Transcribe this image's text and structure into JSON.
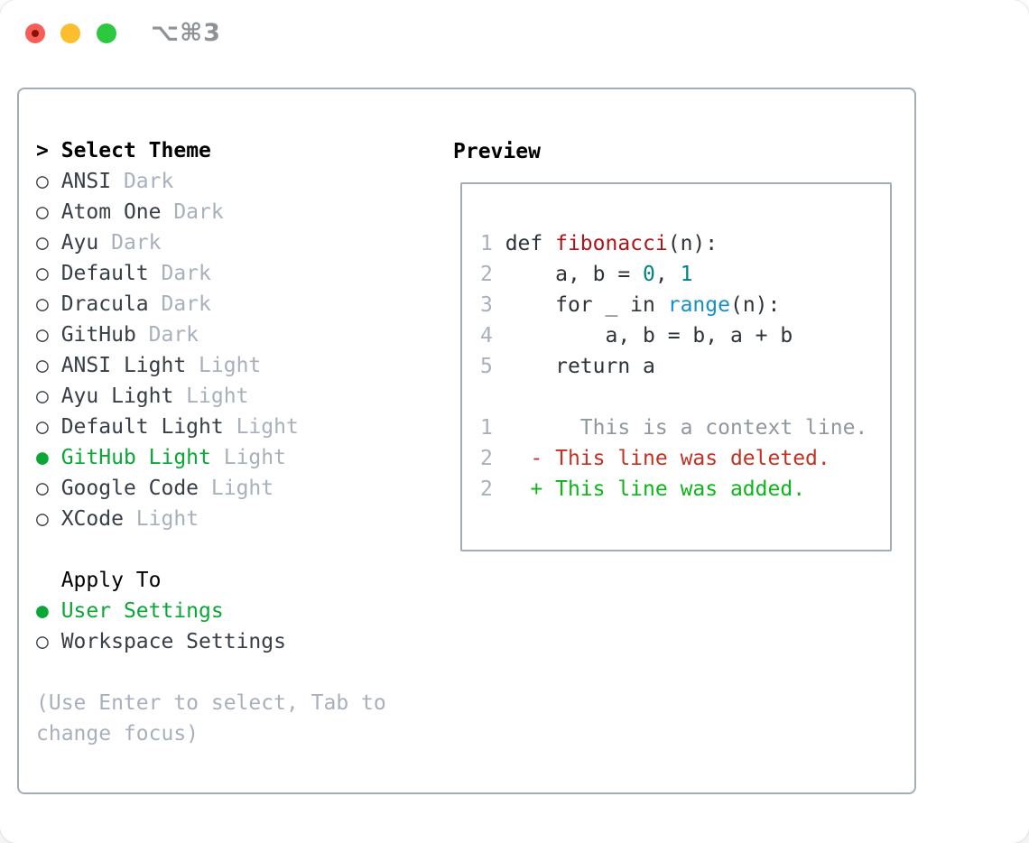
{
  "window": {
    "title": "⌥⌘3"
  },
  "colors": {
    "tl_red": "#f65f57",
    "tl_red_dot": "#8c1207",
    "tl_yellow": "#fcbe2f",
    "tl_green": "#2bc840",
    "title_gray": "#8e9296",
    "border": "#a4adb7",
    "text_dark": "#383e47",
    "muted": "#a8b0bc",
    "select_green": "#0aa737",
    "code_text": "#2e333a",
    "func_red": "#ab1619",
    "builtin_blue": "#168fc9",
    "num_teal": "#00818a",
    "diff_context": "#8f979f",
    "diff_deleted": "#c43022",
    "diff_added": "#0db51a"
  },
  "theme_menu": {
    "header_marker": ">",
    "header": "Select Theme",
    "unselected_marker": "○",
    "selected_marker": "●",
    "items": [
      {
        "name": "ANSI",
        "variant": "Dark",
        "selected": false
      },
      {
        "name": "Atom One",
        "variant": "Dark",
        "selected": false
      },
      {
        "name": "Ayu",
        "variant": "Dark",
        "selected": false
      },
      {
        "name": "Default",
        "variant": "Dark",
        "selected": false
      },
      {
        "name": "Dracula",
        "variant": "Dark",
        "selected": false
      },
      {
        "name": "GitHub",
        "variant": "Dark",
        "selected": false
      },
      {
        "name": "ANSI Light",
        "variant": "Light",
        "selected": false
      },
      {
        "name": "Ayu Light",
        "variant": "Light",
        "selected": false
      },
      {
        "name": "Default Light",
        "variant": "Light",
        "selected": false
      },
      {
        "name": "GitHub Light",
        "variant": "Light",
        "selected": true
      },
      {
        "name": "Google Code",
        "variant": "Light",
        "selected": false
      },
      {
        "name": "XCode",
        "variant": "Light",
        "selected": false
      }
    ]
  },
  "apply_to": {
    "header": "Apply To",
    "items": [
      {
        "name": "User Settings",
        "selected": true
      },
      {
        "name": "Workspace Settings",
        "selected": false
      }
    ]
  },
  "hint_lines": [
    "(Use Enter to select, Tab to",
    "change focus)"
  ],
  "preview": {
    "header": "Preview",
    "lines": [
      {
        "num": "1",
        "segments": [
          {
            "text": "def ",
            "color": "code_text"
          },
          {
            "text": "fibonacci",
            "color": "func_red"
          },
          {
            "text": "(n):",
            "color": "code_text"
          }
        ]
      },
      {
        "num": "2",
        "segments": [
          {
            "text": "    a, b = ",
            "color": "code_text"
          },
          {
            "text": "0",
            "color": "num_teal"
          },
          {
            "text": ", ",
            "color": "code_text"
          },
          {
            "text": "1",
            "color": "num_teal"
          }
        ]
      },
      {
        "num": "3",
        "segments": [
          {
            "text": "    for _ in ",
            "color": "code_text"
          },
          {
            "text": "range",
            "color": "builtin_blue"
          },
          {
            "text": "(n):",
            "color": "code_text"
          }
        ]
      },
      {
        "num": "4",
        "segments": [
          {
            "text": "        a, b = b, a + b",
            "color": "code_text"
          }
        ]
      },
      {
        "num": "5",
        "segments": [
          {
            "text": "    return a",
            "color": "code_text"
          }
        ]
      },
      {
        "num": "",
        "segments": []
      },
      {
        "num": "1",
        "segments": [
          {
            "text": "      This is a context line.",
            "color": "diff_context"
          }
        ]
      },
      {
        "num": "2",
        "segments": [
          {
            "text": "  - This line was deleted.",
            "color": "diff_deleted"
          }
        ]
      },
      {
        "num": "2",
        "segments": [
          {
            "text": "  + This line was added.",
            "color": "diff_added"
          }
        ]
      }
    ]
  }
}
